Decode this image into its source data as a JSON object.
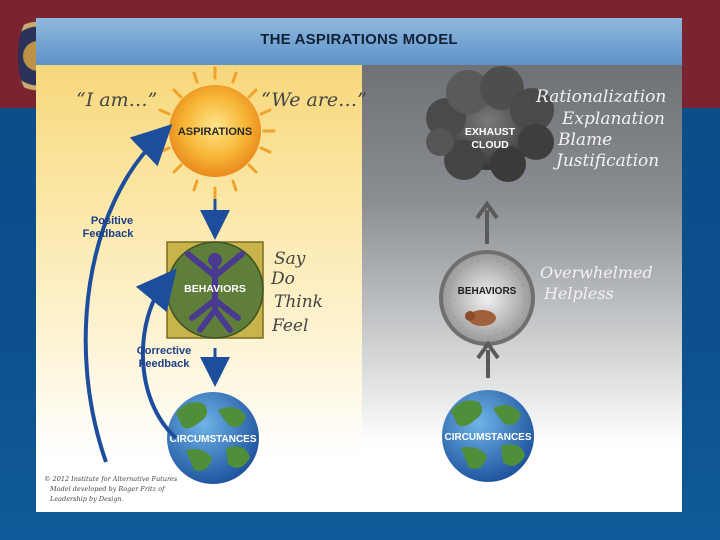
{
  "title": "THE ASPIRATIONS MODEL",
  "left": {
    "quote_i": "“I am…”",
    "quote_we": "“We are…”",
    "aspirations": "ASPIRATIONS",
    "behaviors": "BEHAVIORS",
    "circumstances": "CIRCUMSTANCES",
    "positive_feedback": [
      "Positive",
      "Feedback"
    ],
    "corrective_feedback": [
      "Corrective",
      "Feedback"
    ],
    "actions": [
      "Say",
      "Do",
      "Think",
      "Feel"
    ]
  },
  "right": {
    "exhaust_cloud": [
      "EXHAUST",
      "CLOUD"
    ],
    "excuses": [
      "Rationalization",
      "Explanation",
      "Blame",
      "Justification"
    ],
    "behaviors": "BEHAVIORS",
    "states": [
      "Overwhelmed",
      "Helpless"
    ],
    "circumstances": "CIRCUMSTANCES"
  },
  "credit": [
    "© 2012 Institute for Alternative Futures",
    "Model developed by Roger Fritz of",
    "Leadership by Design."
  ],
  "colors": {
    "arrow_blue": "#1d4e9e",
    "arrow_gray": "#5a5a5a",
    "sun": "#f5a623",
    "title_bar": "#7aa9d6",
    "slide_top": "#7a2431",
    "slide_bottom": "#0b4f8c"
  }
}
